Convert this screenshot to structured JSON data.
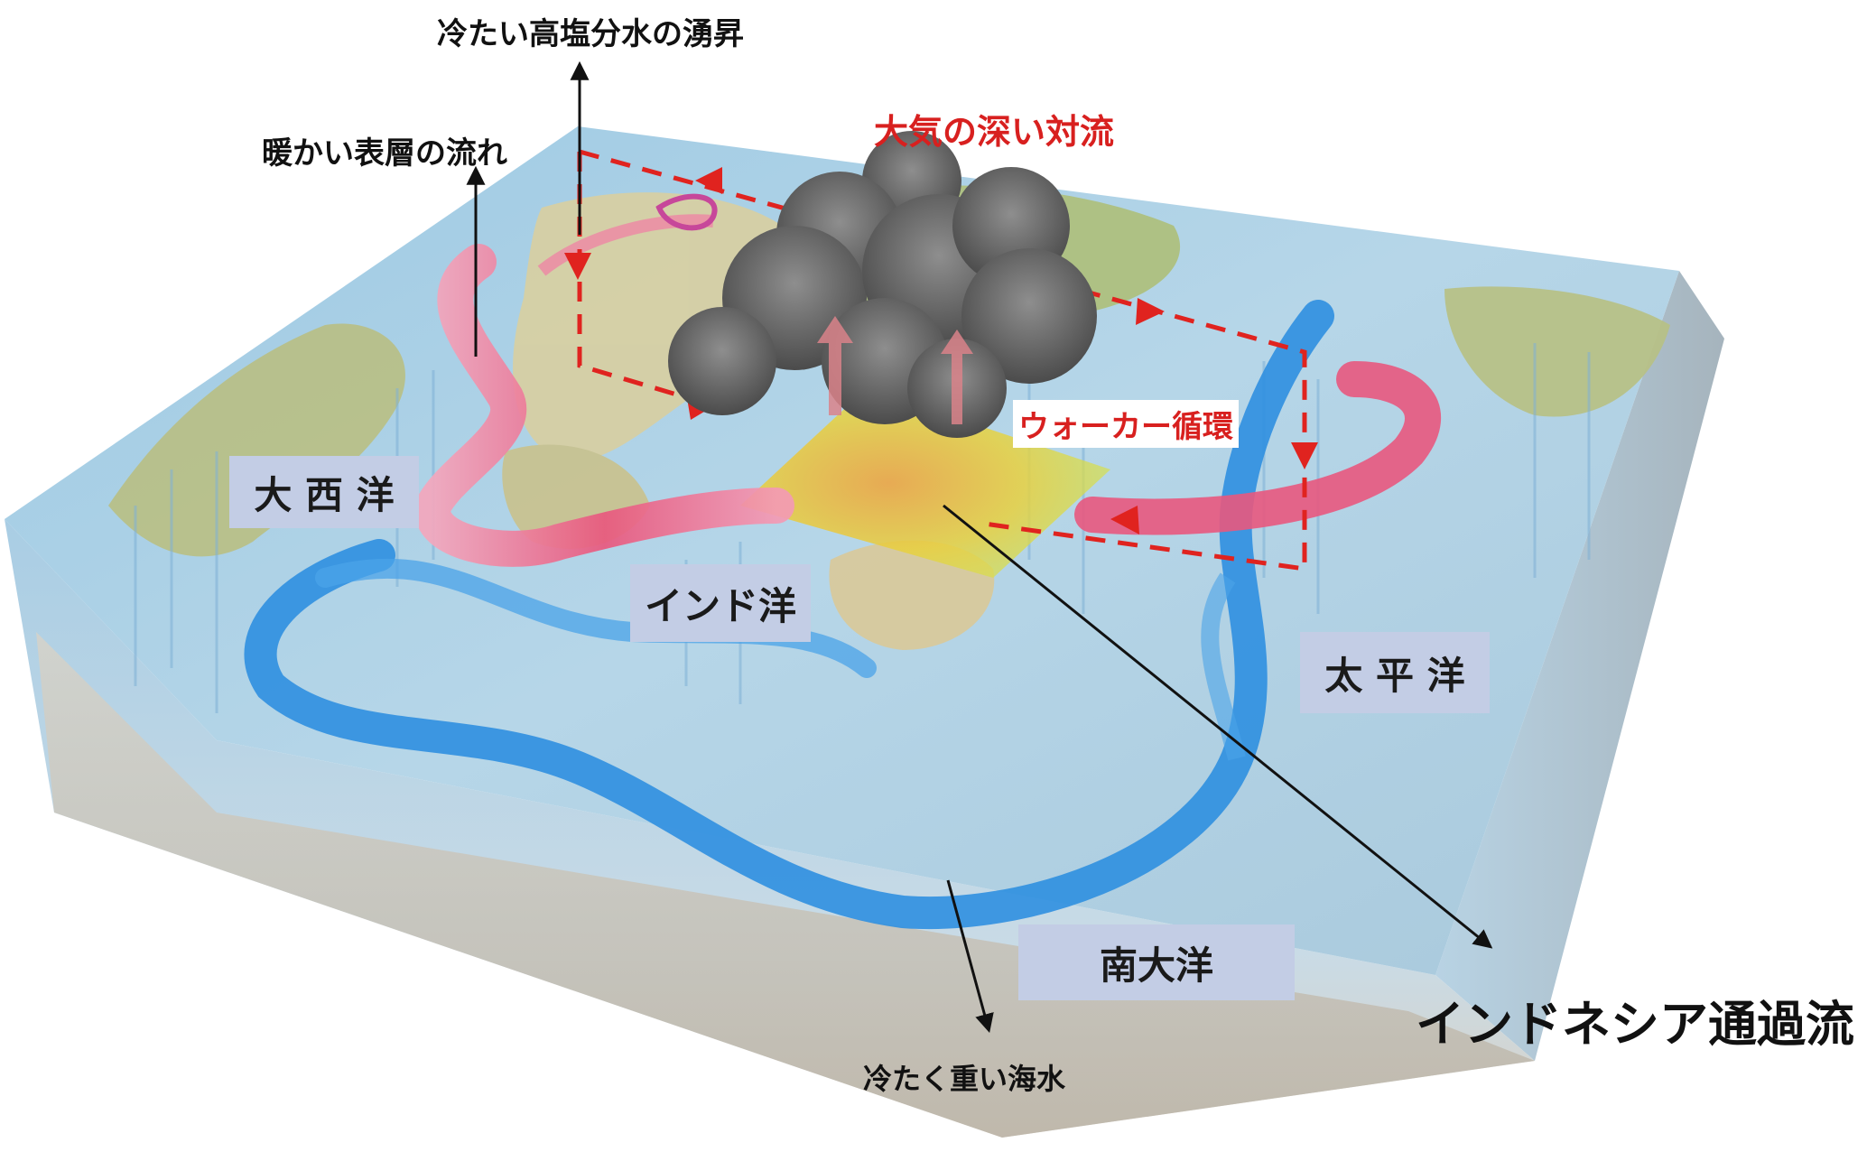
{
  "labels": {
    "upwelling": "冷たい高塩分水の湧昇",
    "warm_surface": "暖かい表層の流れ",
    "deep_convection": "大気の深い対流",
    "walker": "ウォーカー循環",
    "atlantic": "大 西 洋",
    "indian": "インド洋",
    "pacific": "太 平 洋",
    "southern": "南大洋",
    "cold_heavy": "冷たく重い海水",
    "itf": "インドネシア通過流"
  },
  "colors": {
    "warm_flow": "#e8587e",
    "cold_flow": "#2f8fe0",
    "walker": "#e0231f",
    "ocean_box": "#9dc3dc",
    "label_box": "#c3cde5",
    "warm_pool": "#f2c23a"
  }
}
